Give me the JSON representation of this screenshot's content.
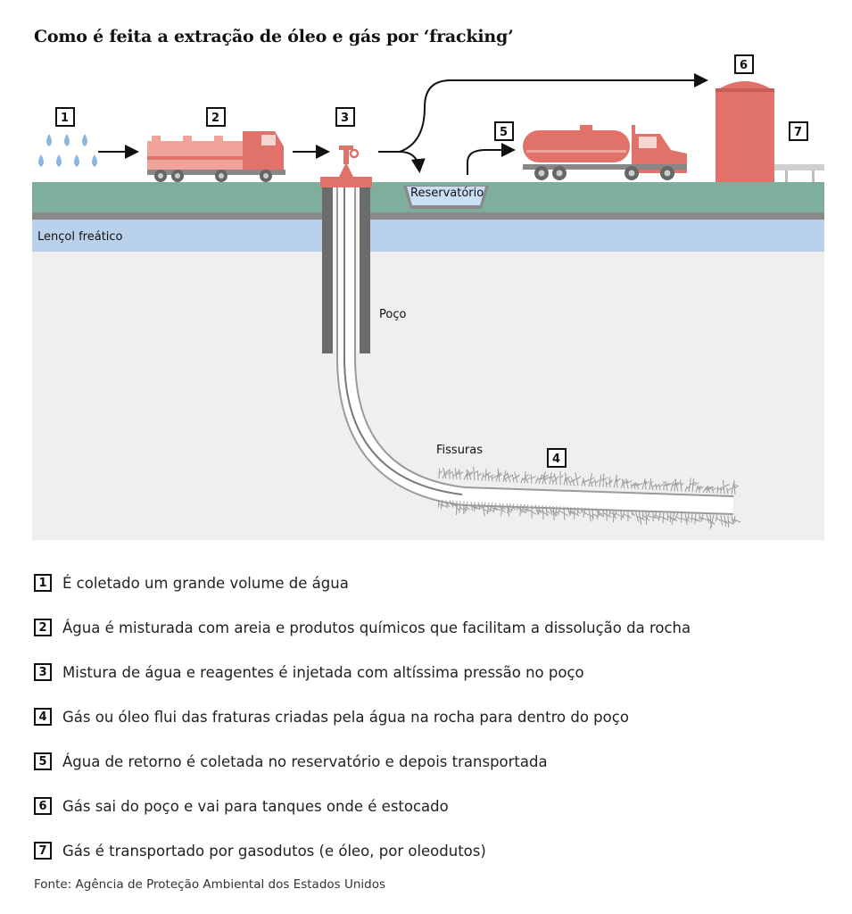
{
  "title": "Como é feita a extração de óleo e gás por ‘fracking’",
  "labels": {
    "reservatorio": "Reservatório",
    "lencol": "Lençol freático",
    "poco": "Poço",
    "fissuras": "Fissuras"
  },
  "steps": [
    {
      "number": "1",
      "text": "É coletado um grande volume de água"
    },
    {
      "number": "2",
      "text": "Água é misturada com areia e produtos químicos que facilitam a dissolução da rocha"
    },
    {
      "number": "3",
      "text": "Mistura de água e reagentes é injetada com altíssima pressão no poço"
    },
    {
      "number": "4",
      "text": "Gás ou óleo flui das fraturas criadas pela água na rocha para dentro do poço"
    },
    {
      "number": "5",
      "text": "Água de retorno é coletada no reservatório e depois transportada"
    },
    {
      "number": "6",
      "text": "Gás sai do poço e vai para tanques onde é estocado"
    },
    {
      "number": "7",
      "text": "Gás é transportado por gasodutos (e óleo, por oleodutos)"
    }
  ],
  "source": "Fonte: Agência de Proteção Ambiental dos Estados Unidos",
  "colors": {
    "ground": "#7fae9c",
    "water_table": "#b9d1ea",
    "rock": "#efefef",
    "equipment": "#e07269",
    "equipment_light": "#f0a39a",
    "casing": "#6b6b6b",
    "water_drop": "#8cb6e0"
  }
}
